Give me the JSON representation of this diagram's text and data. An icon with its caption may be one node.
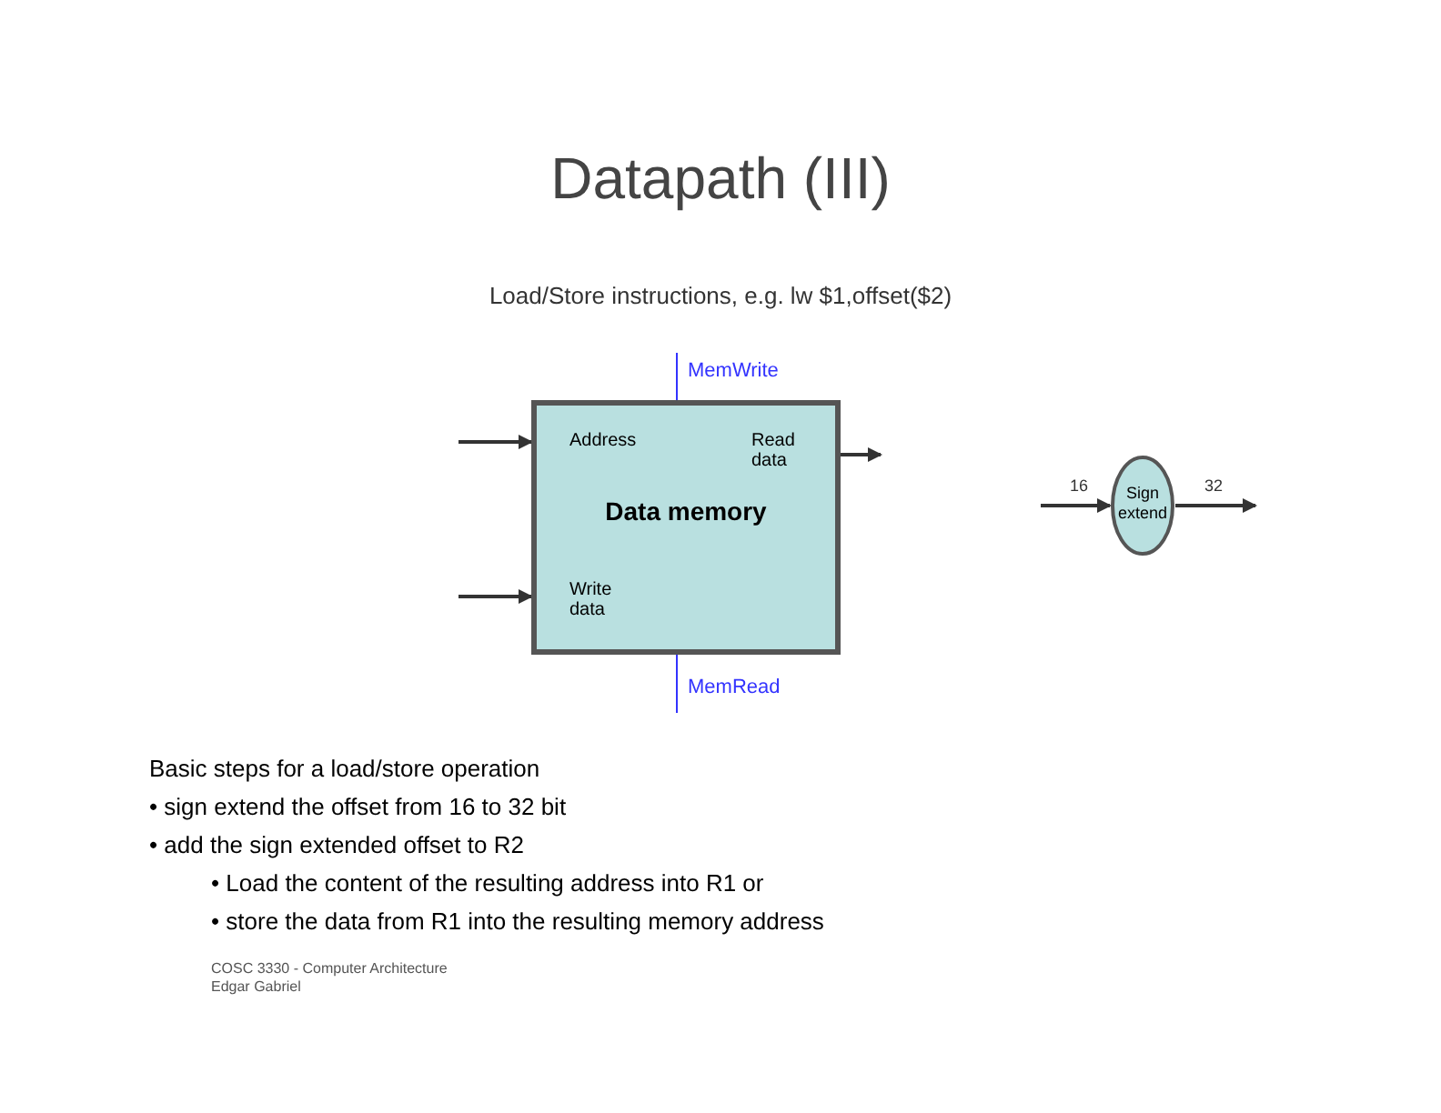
{
  "diagram": {
    "title": "Datapath (III)",
    "nodes": [
      {
        "text": [
          "Data memory",
          "Address",
          "Read data",
          "Write data"
        ]
      },
      {
        "text": [
          "Sign extend"
        ]
      }
    ],
    "edges": [
      {
        "from": null,
        "to": 0,
        "arrow": "to"
      },
      {
        "from": null,
        "to": 0,
        "arrow": "to"
      },
      {
        "from": 0,
        "to": null,
        "arrow": "to"
      },
      {
        "from": null,
        "to": 0,
        "arrow": "none",
        "label": "MemWrite",
        "color": "#3333ff"
      },
      {
        "from": null,
        "to": 0,
        "arrow": "none",
        "label": "MemRead",
        "color": "#3333ff"
      },
      {
        "from": null,
        "to": 1,
        "arrow": "to",
        "label": "16"
      },
      {
        "from": 1,
        "to": null,
        "arrow": "to",
        "label": "32"
      }
    ],
    "labels": [
      "Load/Store instructions, e.g. lw $1,offset($2)",
      "Basic steps for a load/store operation",
      "• sign extend the offset from 16 to 32 bit",
      "• add the sign extended offset to R2",
      "• Load the content of the resulting address into R1 or",
      "• store the data from R1 into the resulting memory address",
      "COSC 3330 - Computer Architecture",
      "Edgar Gabriel"
    ]
  }
}
